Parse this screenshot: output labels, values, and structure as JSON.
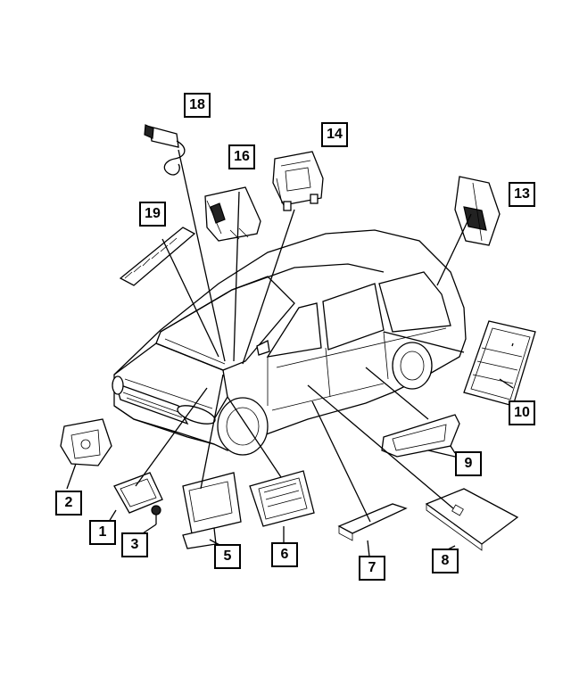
{
  "callouts": [
    {
      "label": "1"
    },
    {
      "label": "2"
    },
    {
      "label": "3"
    },
    {
      "label": "5"
    },
    {
      "label": "6"
    },
    {
      "label": "7"
    },
    {
      "label": "8"
    },
    {
      "label": "9"
    },
    {
      "label": "10"
    },
    {
      "label": "13"
    },
    {
      "label": "14"
    },
    {
      "label": "16"
    },
    {
      "label": "18"
    },
    {
      "label": "19"
    }
  ]
}
